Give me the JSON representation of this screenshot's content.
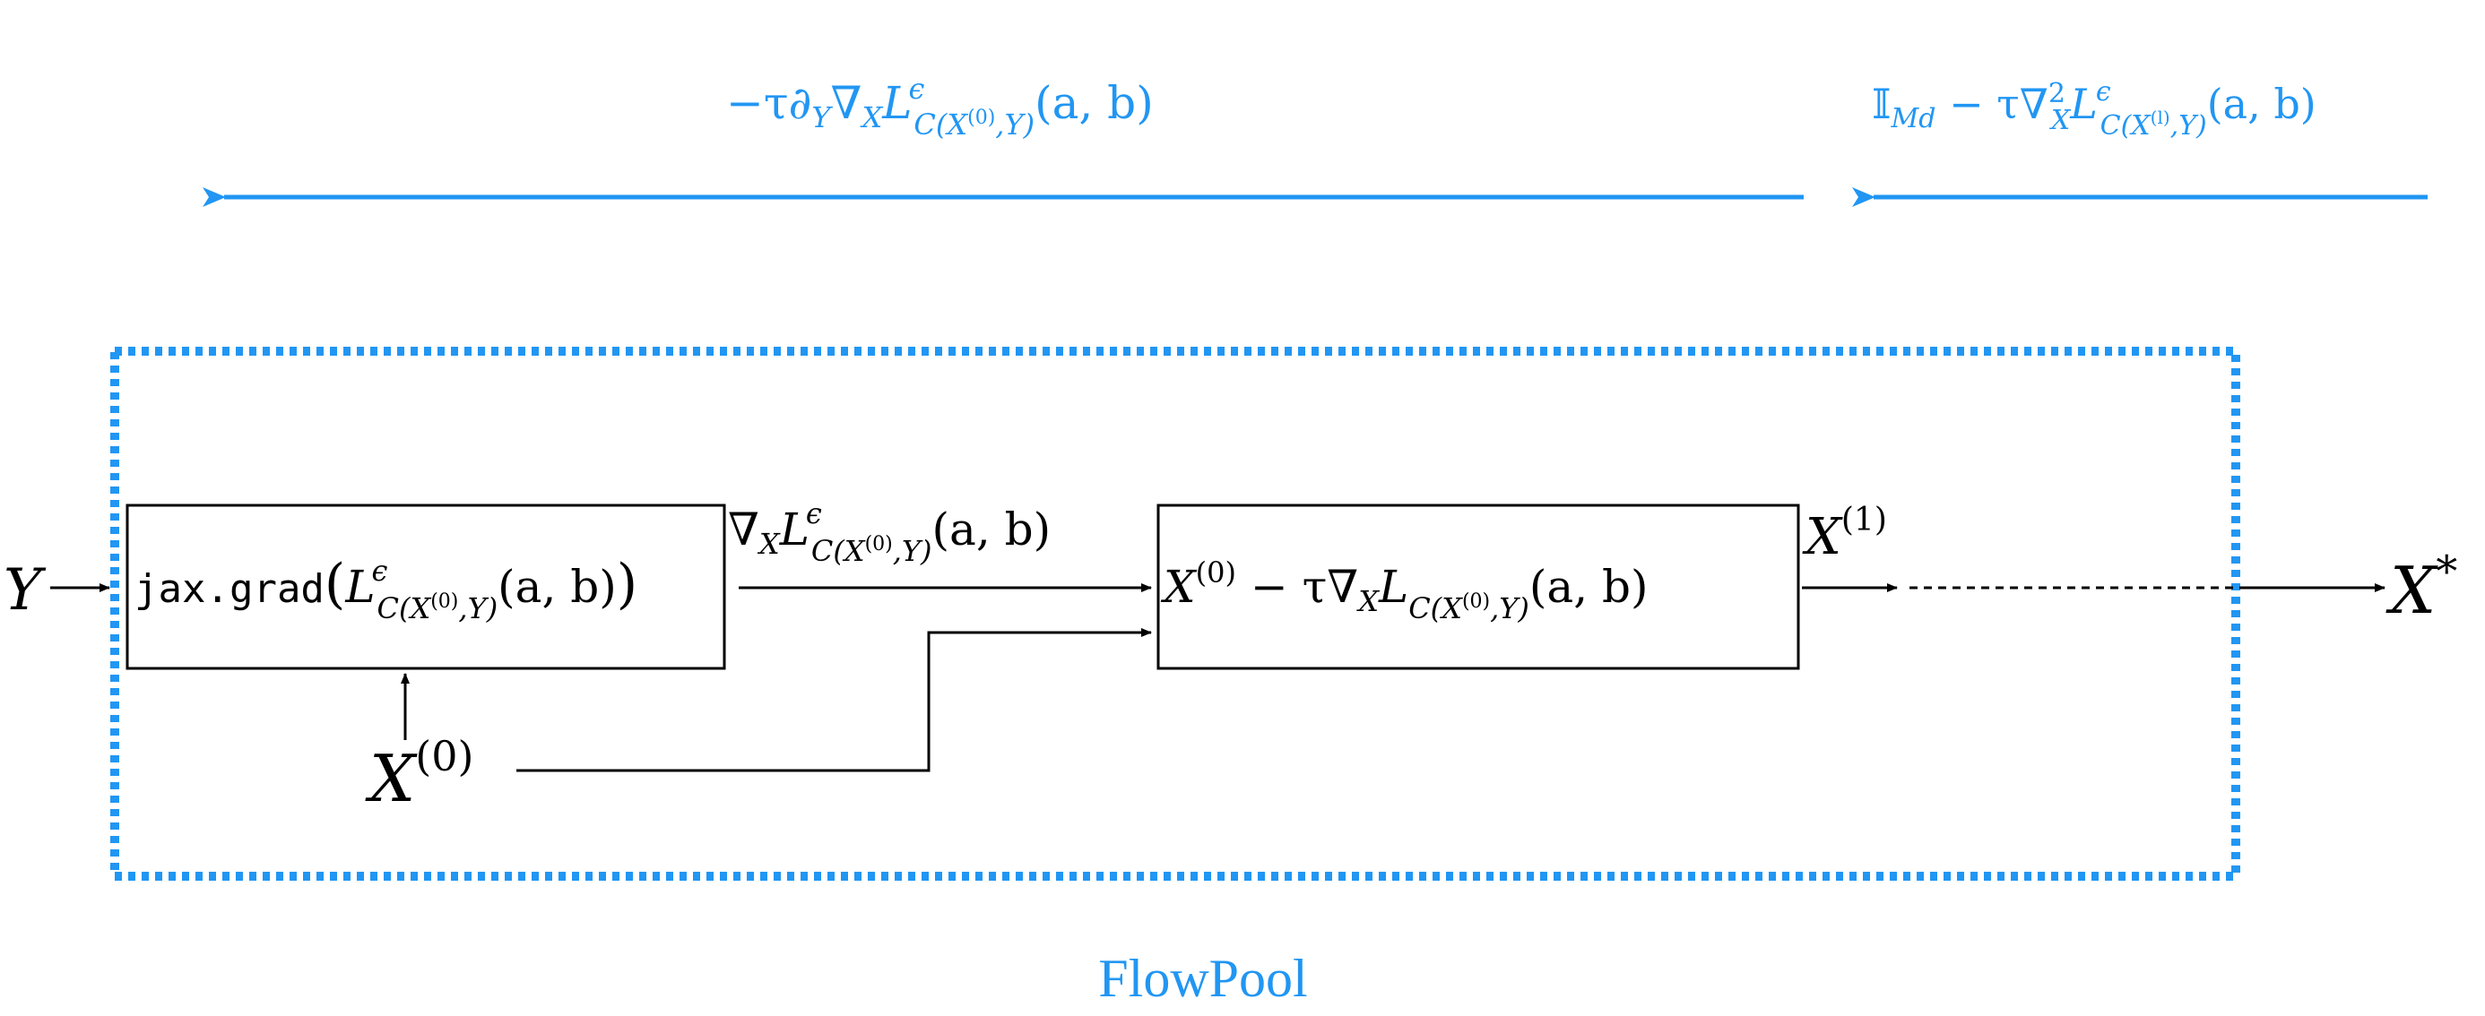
{
  "colors": {
    "accent": "#2196f3",
    "ink": "#000000",
    "background": "#ffffff"
  },
  "backward": {
    "long_arrow_label": {
      "sign": "−τ∂",
      "sub_Y": "Y",
      "nabla": "∇",
      "sub_X": "X",
      "L": "L",
      "eps": "ϵ",
      "sub_C": "C(X",
      "sub_C_sup": "(0)",
      "sub_C_end": ",Y)",
      "args": "(a, b)"
    },
    "short_arrow_label": {
      "identity": "𝕀",
      "identity_sub": "Md",
      "minus_tau": " − τ∇",
      "sup_2": "2",
      "sub_X": "X",
      "L": "L",
      "eps": "ϵ",
      "sub_C": "C(X",
      "sub_C_sup": "(l)",
      "sub_C_end": ",Y)",
      "args": "(a, b)"
    }
  },
  "nodes": {
    "input_Y": "Y",
    "input_X0": {
      "base": "X",
      "sup": "(0)"
    },
    "output": {
      "base": "X",
      "sup": "*"
    }
  },
  "box1": {
    "code": "jax.grad",
    "open": "(",
    "L": "L",
    "eps": "ϵ",
    "sub_C": "C(X",
    "sub_C_sup": "(0)",
    "sub_C_end": ",Y)",
    "args": "(a, b)",
    "close": ")"
  },
  "edge_grad_label": {
    "nabla": "∇",
    "sub_X": "X",
    "L": "L",
    "eps": "ϵ",
    "sub_C": "C(X",
    "sub_C_sup": "(0)",
    "sub_C_end": ",Y)",
    "args": "(a, b)"
  },
  "box2": {
    "X": "X",
    "X_sup": "(0)",
    "minus_tau": " − τ∇",
    "sub_X": "X",
    "L": "L",
    "sub_C": "C(X",
    "sub_C_sup": "(0)",
    "sub_C_end": ",Y)",
    "args": "(a, b)"
  },
  "edge_step_label": {
    "base": "X",
    "sup": "(1)"
  },
  "caption": "FlowPool"
}
